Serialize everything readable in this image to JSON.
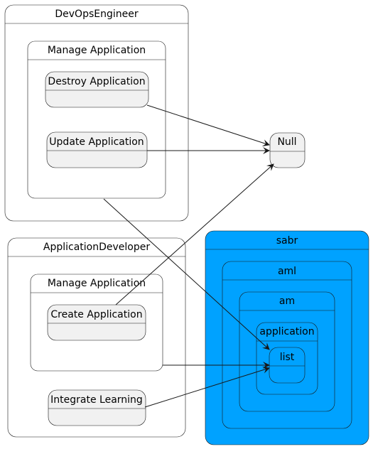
{
  "colors": {
    "state_fill": "#f1f1f1",
    "container_fill": "#ffffff",
    "highlight_fill": "#00a2ff",
    "stroke": "#181818"
  },
  "nodes": {
    "devops": {
      "title": "DevOpsEngineer"
    },
    "devops_manage": {
      "title": "Manage Application"
    },
    "destroy": {
      "title": "Destroy Application"
    },
    "update": {
      "title": "Update Application"
    },
    "null_state": {
      "title": "Null"
    },
    "appdev": {
      "title": "ApplicationDeveloper"
    },
    "appdev_manage": {
      "title": "Manage Application"
    },
    "create": {
      "title": "Create Application"
    },
    "integrate": {
      "title": "Integrate Learning"
    },
    "sabr": {
      "title": "sabr"
    },
    "aml": {
      "title": "aml"
    },
    "am": {
      "title": "am"
    },
    "application": {
      "title": "application"
    },
    "list": {
      "title": "list"
    }
  }
}
